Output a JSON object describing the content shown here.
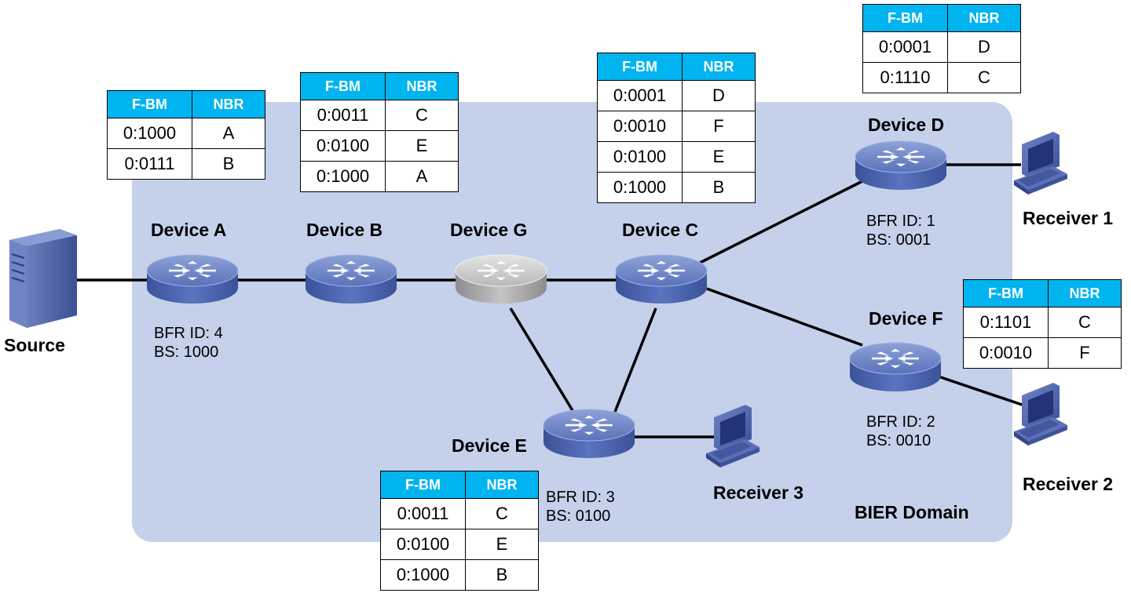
{
  "domain_label": "BIER Domain",
  "source_label": "Source",
  "column_headers": {
    "fbm": "F-BM",
    "nbr": "NBR"
  },
  "devices": {
    "A": {
      "name": "Device A",
      "bfr_id": "BFR ID: 4",
      "bs": "BS: 1000",
      "color": "#4a66b0"
    },
    "B": {
      "name": "Device B",
      "color": "#4a66b0"
    },
    "G": {
      "name": "Device G",
      "color": "#a9a9a9"
    },
    "C": {
      "name": "Device C",
      "color": "#4a66b0"
    },
    "D": {
      "name": "Device D",
      "bfr_id": "BFR ID: 1",
      "bs": "BS: 0001",
      "color": "#4a66b0"
    },
    "E": {
      "name": "Device E",
      "bfr_id": "BFR ID: 3",
      "bs": "BS: 0100",
      "color": "#4a66b0"
    },
    "F": {
      "name": "Device F",
      "bfr_id": "BFR ID: 2",
      "bs": "BS: 0010",
      "color": "#4a66b0"
    }
  },
  "receivers": [
    "Receiver 1",
    "Receiver 2",
    "Receiver 3"
  ],
  "links": [
    [
      "Source",
      "A"
    ],
    [
      "A",
      "B"
    ],
    [
      "B",
      "G"
    ],
    [
      "G",
      "C"
    ],
    [
      "G",
      "E"
    ],
    [
      "C",
      "E"
    ],
    [
      "C",
      "D"
    ],
    [
      "C",
      "F"
    ],
    [
      "D",
      "Receiver 1"
    ],
    [
      "F",
      "Receiver 2"
    ],
    [
      "E",
      "Receiver 3"
    ]
  ],
  "tables": {
    "A": [
      {
        "fbm": "0:1000",
        "nbr": "A"
      },
      {
        "fbm": "0:0111",
        "nbr": "B"
      }
    ],
    "B": [
      {
        "fbm": "0:0011",
        "nbr": "C"
      },
      {
        "fbm": "0:0100",
        "nbr": "E"
      },
      {
        "fbm": "0:1000",
        "nbr": "A"
      }
    ],
    "C": [
      {
        "fbm": "0:0001",
        "nbr": "D"
      },
      {
        "fbm": "0:0010",
        "nbr": "F"
      },
      {
        "fbm": "0:0100",
        "nbr": "E"
      },
      {
        "fbm": "0:1000",
        "nbr": "B"
      }
    ],
    "D": [
      {
        "fbm": "0:0001",
        "nbr": "D"
      },
      {
        "fbm": "0:1110",
        "nbr": "C"
      }
    ],
    "F": [
      {
        "fbm": "0:1101",
        "nbr": "C"
      },
      {
        "fbm": "0:0010",
        "nbr": "F"
      }
    ],
    "E": [
      {
        "fbm": "0:0011",
        "nbr": "C"
      },
      {
        "fbm": "0:0100",
        "nbr": "E"
      },
      {
        "fbm": "0:1000",
        "nbr": "B"
      }
    ]
  },
  "colors": {
    "domain": "#c5d0ea",
    "header": "#00b4f0",
    "router": "#4a66b0",
    "router_gray": "#a9a9a9"
  }
}
